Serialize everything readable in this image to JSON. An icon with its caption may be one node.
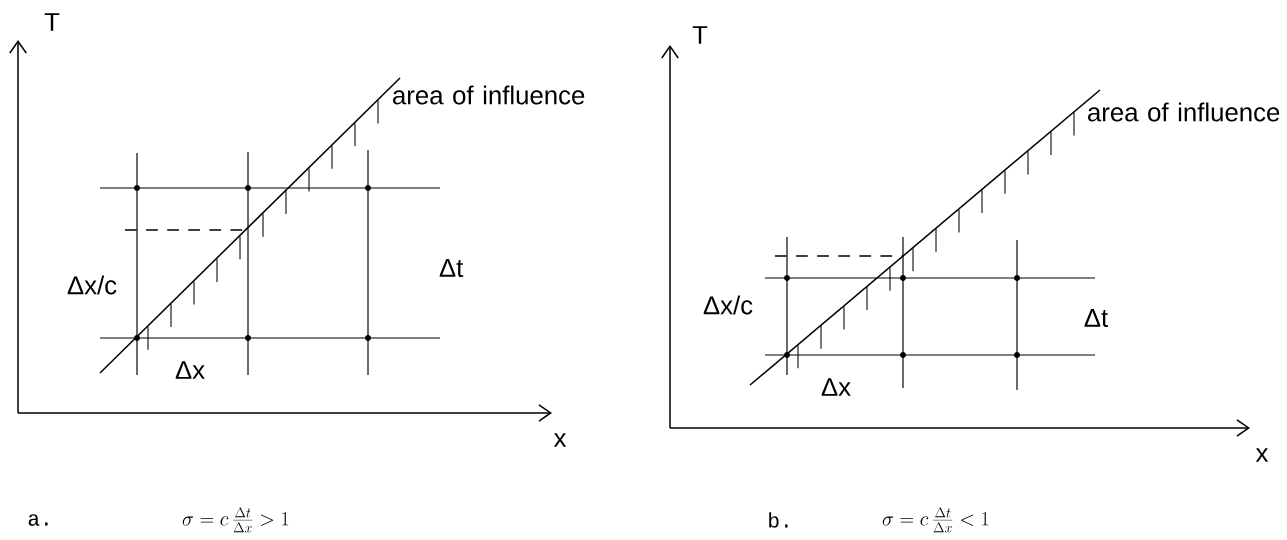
{
  "diagram": {
    "labels": [
      "T",
      "area of influence",
      "Δx/c",
      "Δt",
      "Δx",
      "x",
      "a.",
      "\\sigma = c\\,\\frac{\\Delta t}{\\Delta x} > 1",
      "T",
      "area of influence",
      "Δx/c",
      "Δt",
      "Δx",
      "x",
      "b.",
      "\\sigma = c\\,\\frac{\\Delta t}{\\Delta x} < 1"
    ]
  }
}
